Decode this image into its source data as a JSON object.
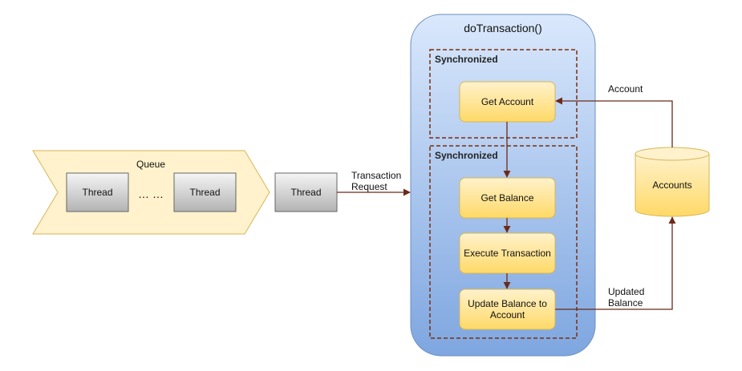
{
  "method": {
    "title": "doTransaction()"
  },
  "sync_blocks": [
    {
      "label": "Synchronized"
    },
    {
      "label": "Synchronized"
    }
  ],
  "steps": {
    "get_account": "Get Account",
    "get_balance": "Get Balance",
    "execute_transaction": "Execute Transaction",
    "update_balance_line1": "Update Balance to",
    "update_balance_line2": "Account"
  },
  "queue": {
    "label": "Queue",
    "thread_left": "Thread",
    "ellipsis": "… …",
    "thread_right": "Thread"
  },
  "incoming_thread": "Thread",
  "edges": {
    "transaction_request_line1": "Transaction",
    "transaction_request_line2": "Request",
    "account": "Account",
    "updated_balance_line1": "Updated",
    "updated_balance_line2": "Balance"
  },
  "datastore": {
    "label": "Accounts"
  },
  "colors": {
    "method_fill_top": "#dae8fc",
    "method_fill_bottom": "#7ea6e0",
    "method_stroke": "#6c8ebf",
    "step_fill_top": "#fff2cc",
    "step_fill_bottom": "#ffd966",
    "step_stroke": "#d6b656",
    "sync_border": "#7a2e0e",
    "queue_fill": "#fff2cc",
    "queue_stroke": "#d6b656",
    "thread_fill_top": "#f5f5f5",
    "thread_fill_bottom": "#b3b3b3",
    "thread_stroke": "#666666",
    "arrow": "#6b2a1a"
  }
}
